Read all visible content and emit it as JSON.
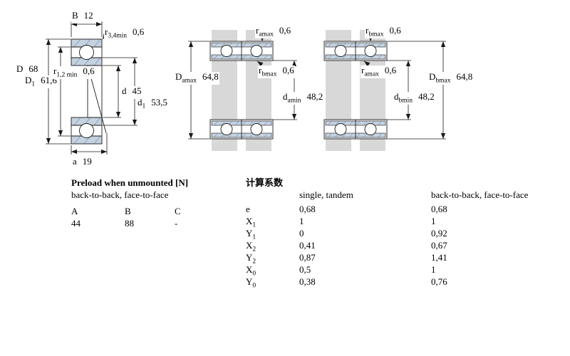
{
  "figure_left": {
    "dims": {
      "B": {
        "base": "B",
        "sub": "",
        "value": "12"
      },
      "r34": {
        "base": "r",
        "sub": "3,4min",
        "value": "0,6"
      },
      "D": {
        "base": "D",
        "sub": "",
        "value": "68"
      },
      "D1": {
        "base": "D",
        "sub": "1",
        "value": "61,6"
      },
      "r12": {
        "base": "r",
        "sub": "1,2 min",
        "value": "0,6"
      },
      "d": {
        "base": "d",
        "sub": "",
        "value": "45"
      },
      "d1": {
        "base": "d",
        "sub": "1",
        "value": "53,5"
      },
      "a": {
        "base": "a",
        "sub": "",
        "value": "19"
      }
    }
  },
  "figure_mid": {
    "dims": {
      "ramax_top": {
        "base": "r",
        "sub": "amax",
        "value": "0,6"
      },
      "Damax": {
        "base": "D",
        "sub": "amax",
        "value": "64,8"
      },
      "rbmax_mid": {
        "base": "r",
        "sub": "bmax",
        "value": "0,6"
      },
      "damin": {
        "base": "d",
        "sub": "amin",
        "value": "48,2"
      }
    }
  },
  "figure_right": {
    "dims": {
      "rbmax_top": {
        "base": "r",
        "sub": "bmax",
        "value": "0,6"
      },
      "ramax_mid": {
        "base": "r",
        "sub": "amax",
        "value": "0,6"
      },
      "Dbmax": {
        "base": "D",
        "sub": "bmax",
        "value": "64,8"
      },
      "dbmin": {
        "base": "d",
        "sub": "bmin",
        "value": "48,2"
      }
    }
  },
  "preload_table": {
    "title": "Preload when unmounted [N]",
    "subtitle": "back-to-back, face-to-face",
    "columns": [
      "A",
      "B",
      "C"
    ],
    "values": [
      "44",
      "88",
      "-"
    ]
  },
  "factors_table": {
    "title": "计算系数",
    "col1_header": "single, tandem",
    "col2_header": "back-to-back, face-to-face",
    "rows": [
      {
        "base": "e",
        "sub": "",
        "v1": "0,68",
        "v2": "0,68"
      },
      {
        "base": "X",
        "sub": "1",
        "v1": "1",
        "v2": "1"
      },
      {
        "base": "Y",
        "sub": "1",
        "v1": "0",
        "v2": "0,92"
      },
      {
        "base": "X",
        "sub": "2",
        "v1": "0,41",
        "v2": "0,67"
      },
      {
        "base": "Y",
        "sub": "2",
        "v1": "0,87",
        "v2": "1,41"
      },
      {
        "base": "X",
        "sub": "0",
        "v1": "0,5",
        "v2": "1"
      },
      {
        "base": "Y",
        "sub": "0",
        "v1": "0,38",
        "v2": "0,76"
      }
    ]
  },
  "colors": {
    "ring_fill": "#c5d2e0",
    "steel_gray": "#d8d8d8",
    "line": "#1a1a1a"
  }
}
